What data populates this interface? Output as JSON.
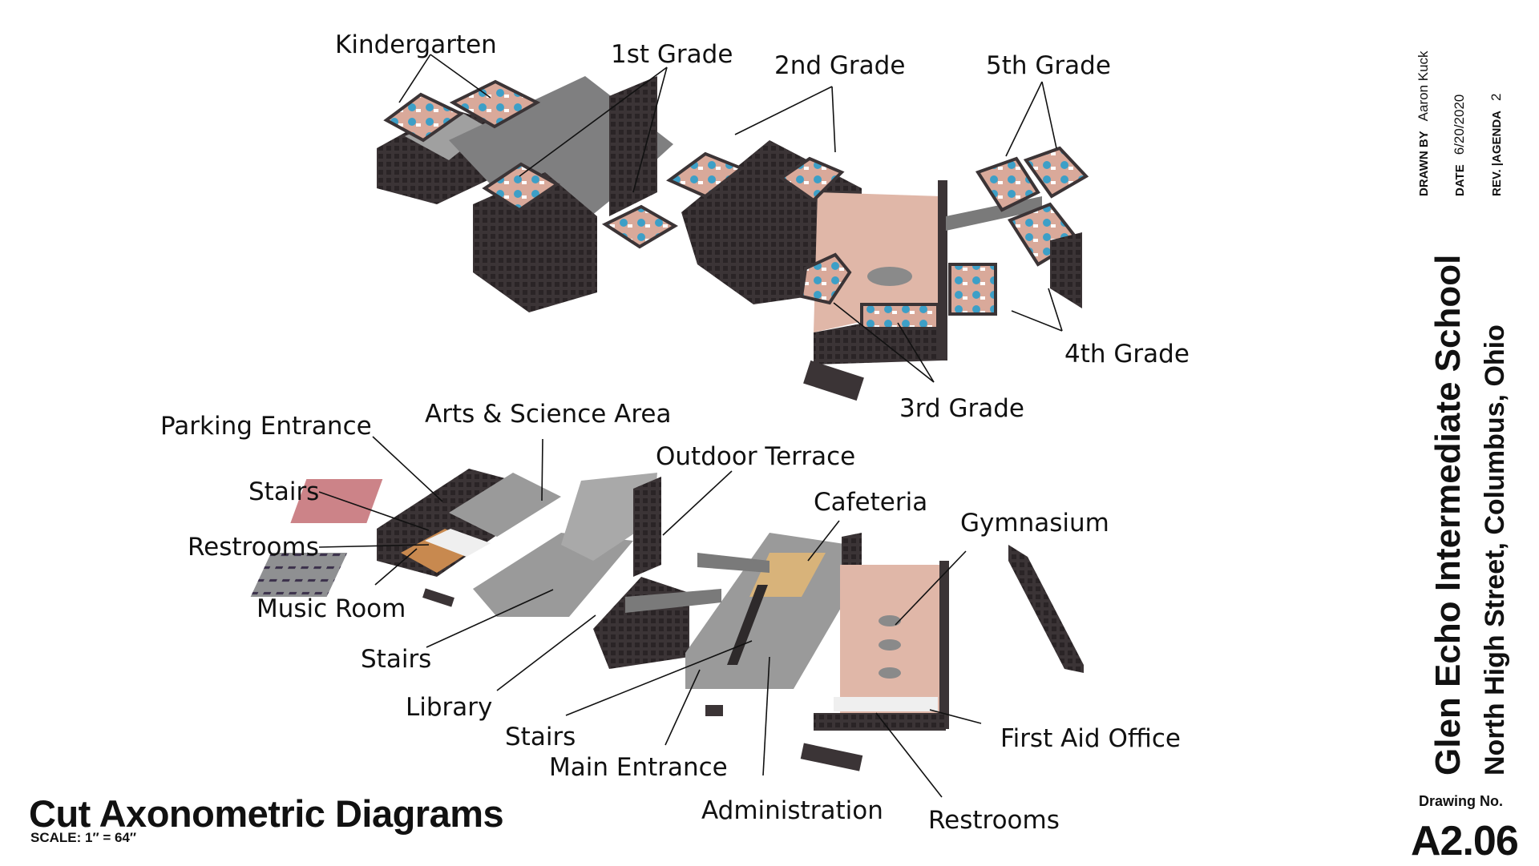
{
  "sheet": {
    "title": "Cut Axonometric Diagrams",
    "scale": "SCALE:  1″ = 64″"
  },
  "title_block": {
    "drawn_by_label": "DRAWN BY",
    "drawn_by": "Aaron Kuck",
    "date_label": "DATE",
    "date": "6/20/2020",
    "rev_label": "REV. |AGENDA",
    "rev": "2",
    "school_name": "Glen Echo Intermediate School",
    "address": "North High Street, Columbus, Ohio",
    "drawing_no_label": "Drawing No.",
    "drawing_no": "A2.06"
  },
  "upper_plan": {
    "labels": {
      "kindergarten": "Kindergarten",
      "grade1": "1st Grade",
      "grade2": "2nd Grade",
      "grade5": "5th Grade",
      "grade4": "4th Grade",
      "grade3": "3rd Grade"
    }
  },
  "lower_plan": {
    "labels": {
      "parking_entrance": "Parking Entrance",
      "arts_science": "Arts & Science Area",
      "outdoor_terrace": "Outdoor Terrace",
      "stairs_1": "Stairs",
      "cafeteria": "Cafeteria",
      "restrooms_1": "Restrooms",
      "gymnasium": "Gymnasium",
      "music_room": "Music Room",
      "stairs_2": "Stairs",
      "library": "Library",
      "stairs_3": "Stairs",
      "main_entrance": "Main Entrance",
      "first_aid": "First Aid Office",
      "administration": "Administration",
      "restrooms_2": "Restrooms"
    }
  },
  "colors": {
    "wall_dark": "#3b3436",
    "wall_mid": "#5a5254",
    "floor_classroom": "#d9a99a",
    "floor_grey": "#9a9a9a",
    "floor_gym": "#e0b7a8",
    "furniture_blue": "#3d9fc7",
    "wood": "#c8894f"
  }
}
